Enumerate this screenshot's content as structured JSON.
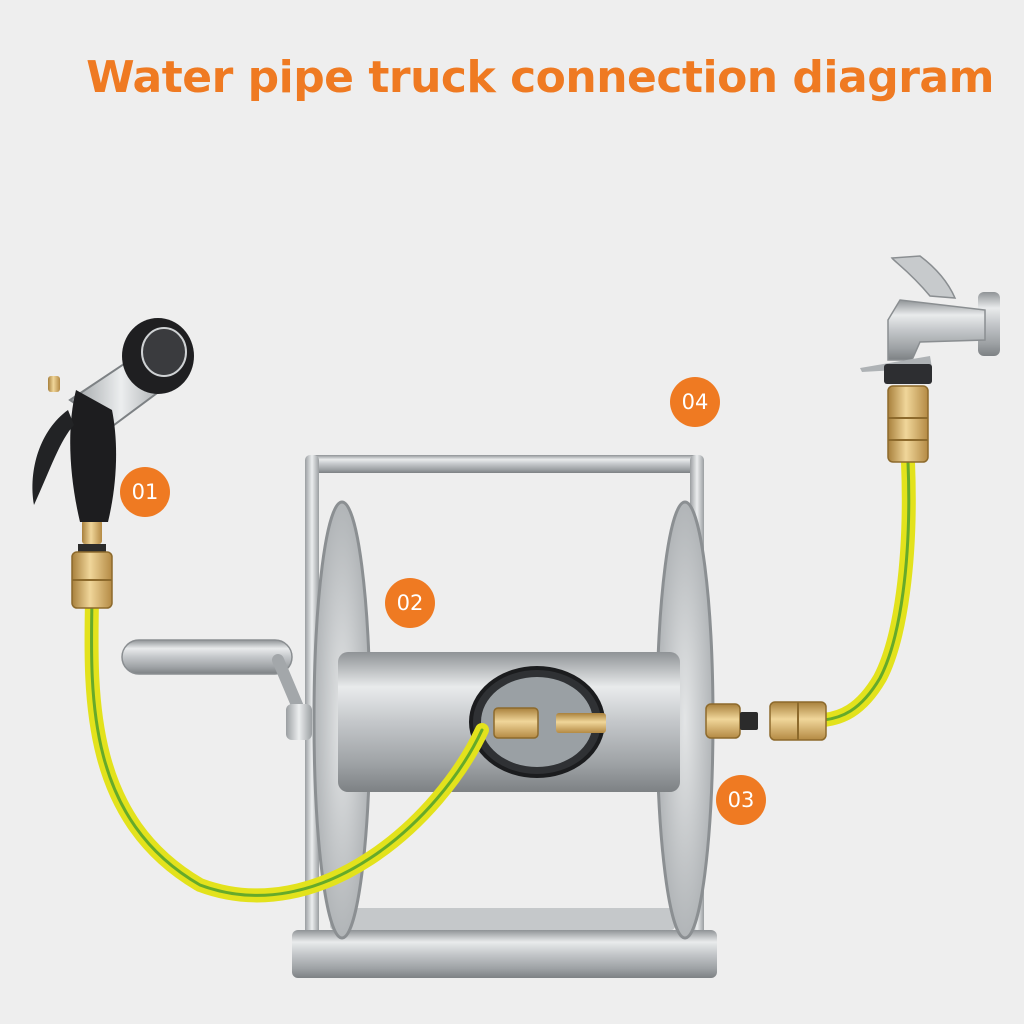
{
  "title": "Water pipe truck connection diagram",
  "labels": {
    "spray_gun": "01",
    "reel_drum": "02",
    "inlet_connector": "03",
    "faucet": "04"
  },
  "colors": {
    "accent": "#ef7a22",
    "hose_yellow": "#e3e21c",
    "hose_green": "#66aa2a",
    "brass": "#d7b06a",
    "steel": "#b9bcbf",
    "background": "#eeeeee"
  }
}
